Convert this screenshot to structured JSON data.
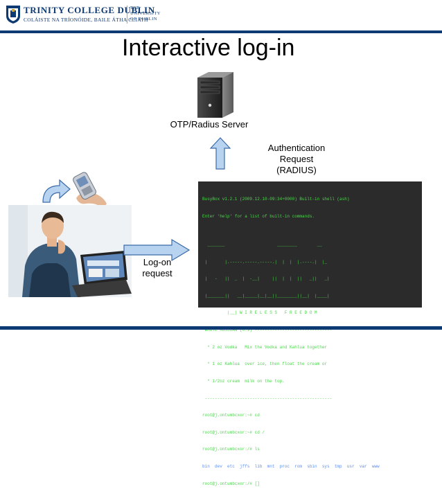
{
  "header": {
    "institution_name": "TRINITY COLLEGE DUBLIN",
    "institution_irish": "COLÁISTE NA TRÍONÓIDE, BAILE ÁTHA CLIATH",
    "university_lines": [
      "THE",
      "UNIVERSITY",
      "OF DUBLIN"
    ]
  },
  "slide": {
    "title": "Interactive log-in"
  },
  "diagram": {
    "server_label": "OTP/Radius Server",
    "auth_label_lines": [
      "Authentication",
      "Request",
      "(RADIUS)"
    ],
    "logon_label_lines": [
      "Log-on",
      "request"
    ],
    "terminal_lines": [
      "BusyBox v1.2.1 (2009.12.10-09:34+0000) Built-in shell (ash)",
      "Enter 'help' for a list of built-in commands.",
      "",
      "  _______                     ________        __",
      " |       |.-----.-----.-----.|  |  |  |.----.|  |_",
      " |   -   ||  _  |  -__|     ||  |  |  ||   _||   _|",
      " |_______||   __|_____|__|__||________||__|  |____|",
      "          |__| W I R E L E S S   F R E E D O M",
      " WHITE RUSSIAN (0.9) -------------------------------",
      "  * 2 oz Vodka   Mix the Vodka and Kahlua together",
      "  * 1 oz Kahlua  over ice, then float the cream or",
      "  * 1/2oz cream  milk on the top.",
      " ---------------------------------------------------",
      "root@j.ontumbcxor:~# cd",
      "root@j.ontumbcxor:~# cd /",
      "root@j.ontumbcxor:/# ls",
      "bin  dev  etc  jffs  lib  mnt  proc  rom  sbin  sys  tmp  usr  var  www",
      "root@j.ontumbcxor:/# []"
    ],
    "colors": {
      "arrow_fill": "#b7d3ef",
      "arrow_stroke": "#3b6aa8",
      "brand_blue": "#0e3a73",
      "terminal_bg": "#2b2b2b",
      "terminal_text": "#4bd64b"
    }
  }
}
